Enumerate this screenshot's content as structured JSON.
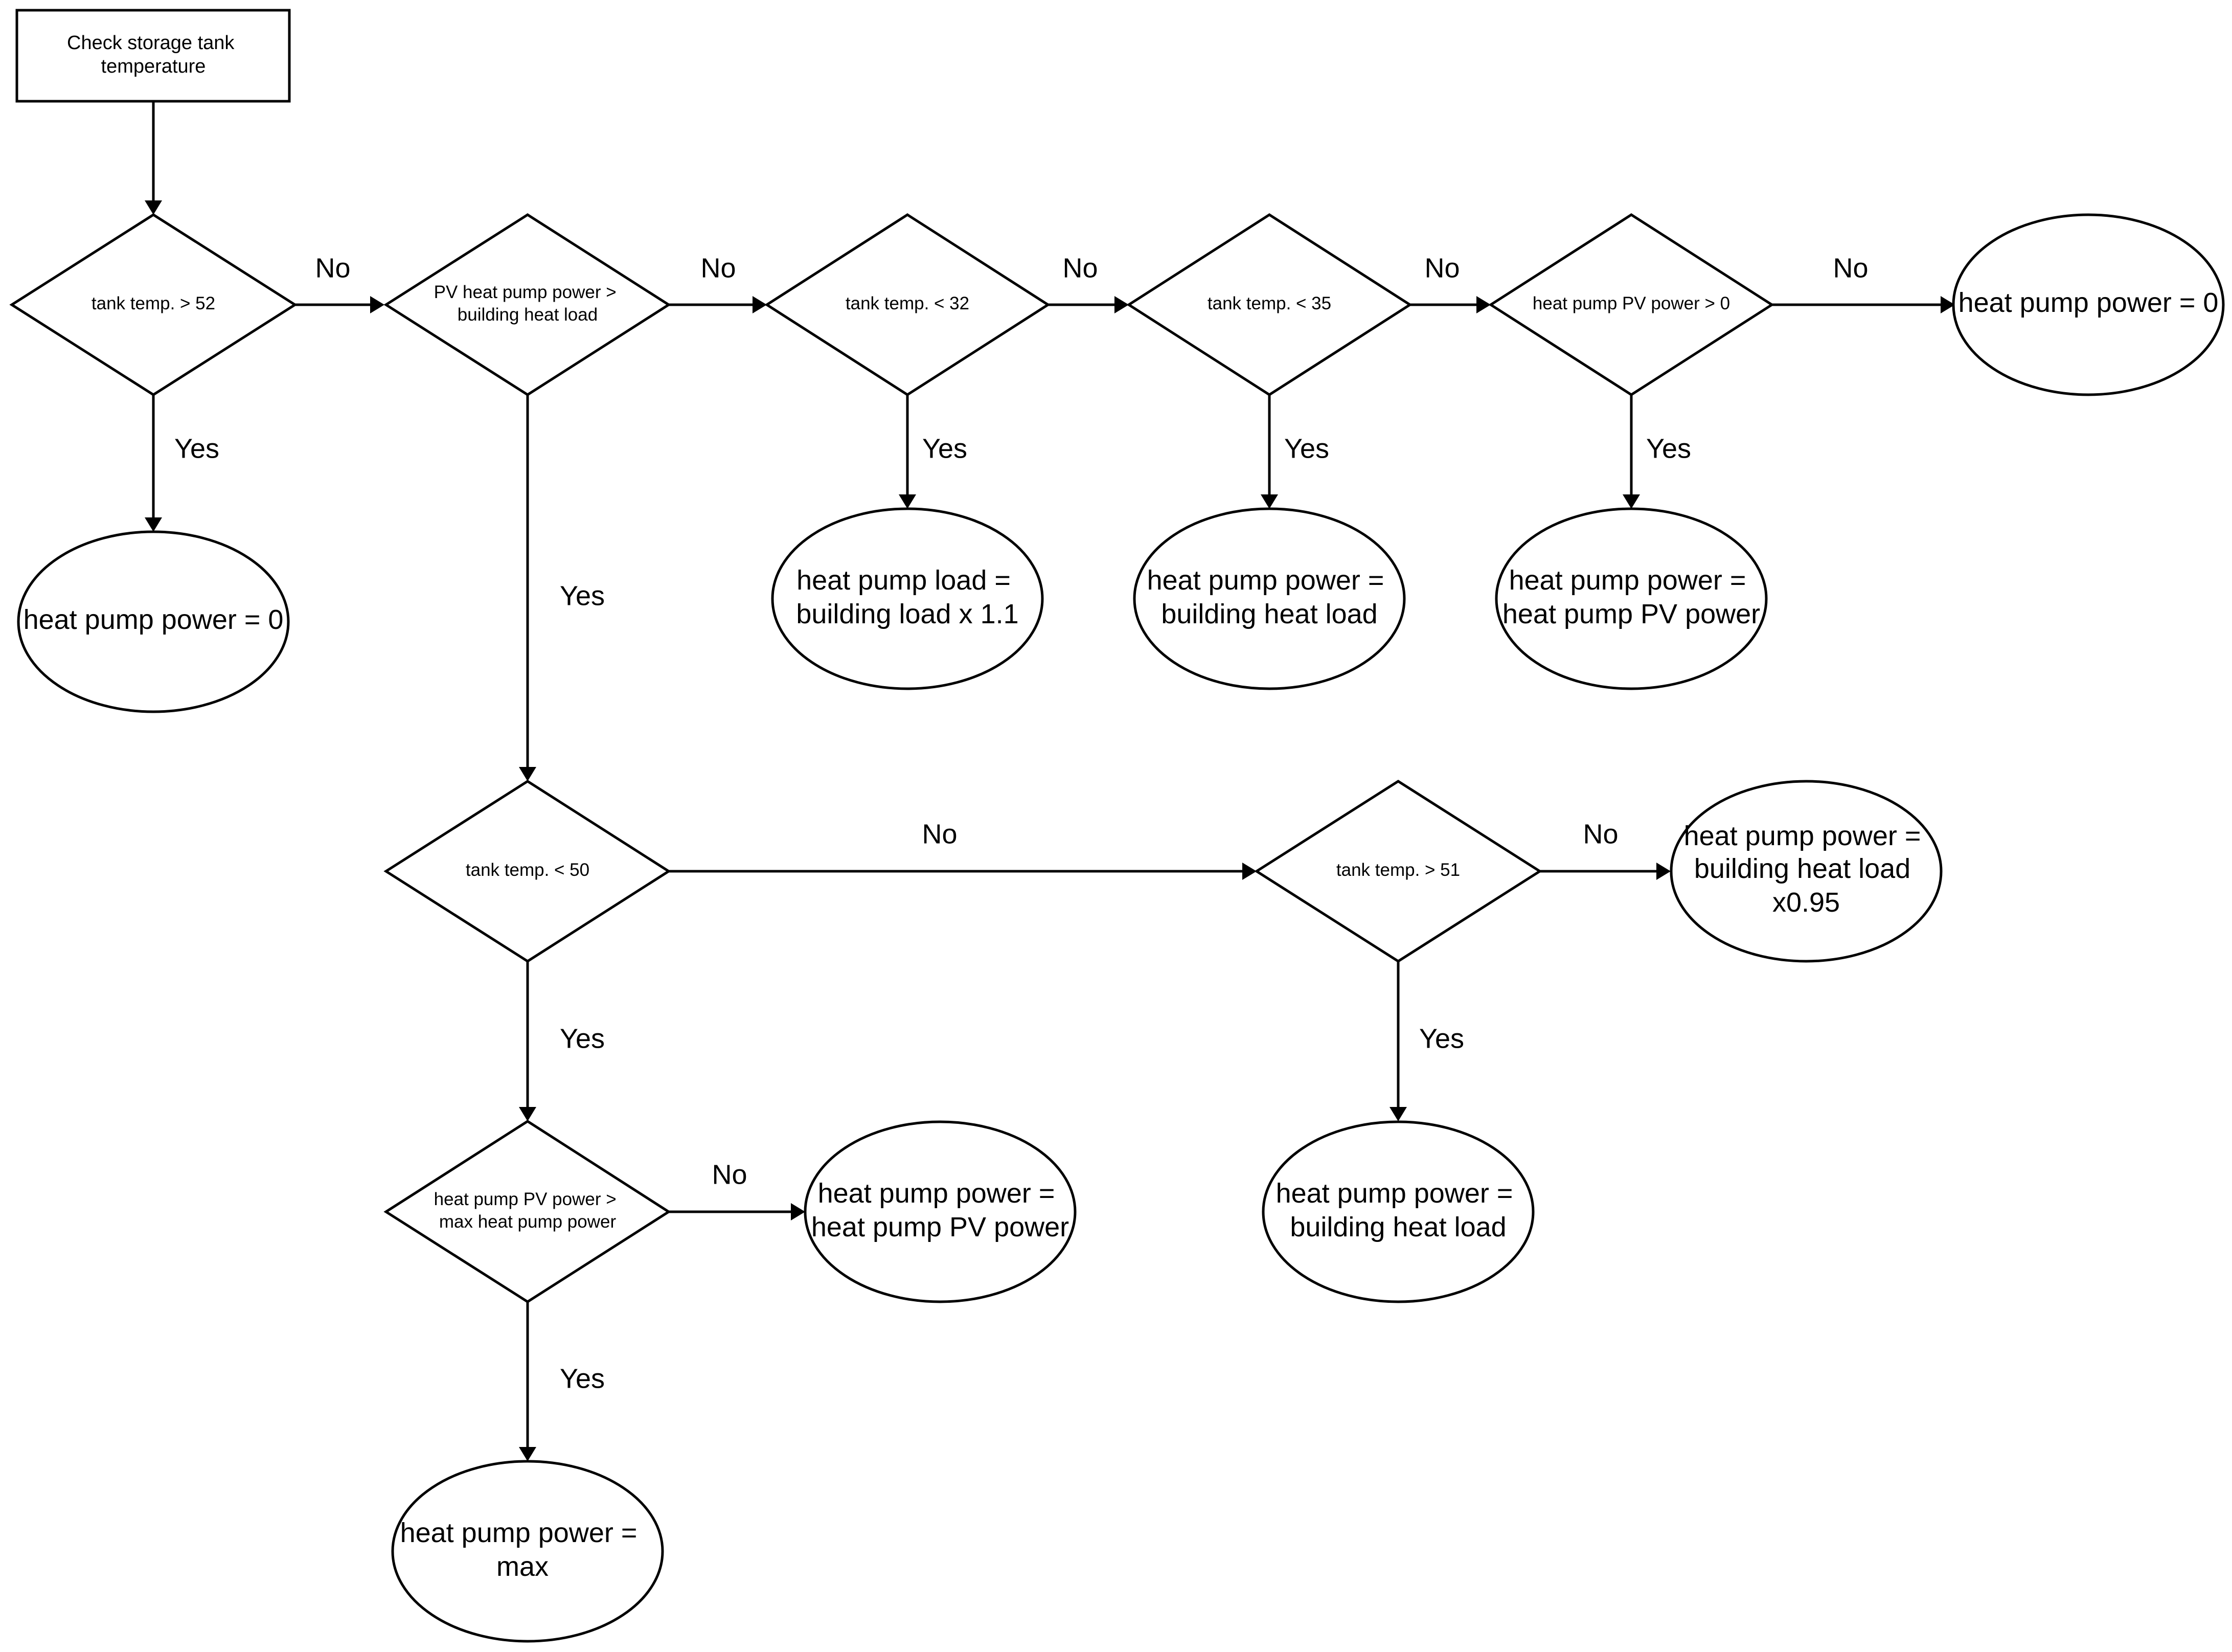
{
  "diagram": {
    "start": {
      "lines": [
        "Check storage tank",
        "temperature"
      ]
    },
    "decisions": {
      "d1": [
        "tank temp. > 52"
      ],
      "d2": [
        "PV heat pump power >",
        "building heat load"
      ],
      "d3": [
        "tank temp. < 32"
      ],
      "d4": [
        "tank temp. < 35"
      ],
      "d5": [
        "heat pump PV power > 0"
      ],
      "d6": [
        "tank temp. < 50"
      ],
      "d7": [
        "tank temp. > 51"
      ],
      "d8": [
        "heat pump PV power >",
        "max heat pump power"
      ]
    },
    "results": {
      "r_d5_no": [
        "heat pump power = 0"
      ],
      "r_d1_yes": [
        "heat pump power = 0"
      ],
      "r_d3_yes": [
        "heat pump load =",
        "building load x 1.1"
      ],
      "r_d4_yes": [
        "heat pump power =",
        "building heat load"
      ],
      "r_d5_yes": [
        "heat pump power =",
        "heat pump PV power"
      ],
      "r_d7_no": [
        "heat pump power =",
        "building heat load",
        "x0.95"
      ],
      "r_d7_yes": [
        "heat pump power =",
        "building heat load"
      ],
      "r_d8_no": [
        "heat pump power =",
        "heat pump PV power"
      ],
      "r_d8_yes": [
        "heat pump power =",
        "max"
      ]
    },
    "edge_labels": {
      "d1_no": "No",
      "d2_no": "No",
      "d3_no": "No",
      "d4_no": "No",
      "d5_no": "No",
      "d1_yes": "Yes",
      "d3_yes": "Yes",
      "d4_yes": "Yes",
      "d5_yes": "Yes",
      "d2_yes": "Yes",
      "d6_no": "No",
      "d7_no": "No",
      "d6_yes": "Yes",
      "d7_yes": "Yes",
      "d8_no": "No",
      "d8_yes": "Yes"
    }
  }
}
